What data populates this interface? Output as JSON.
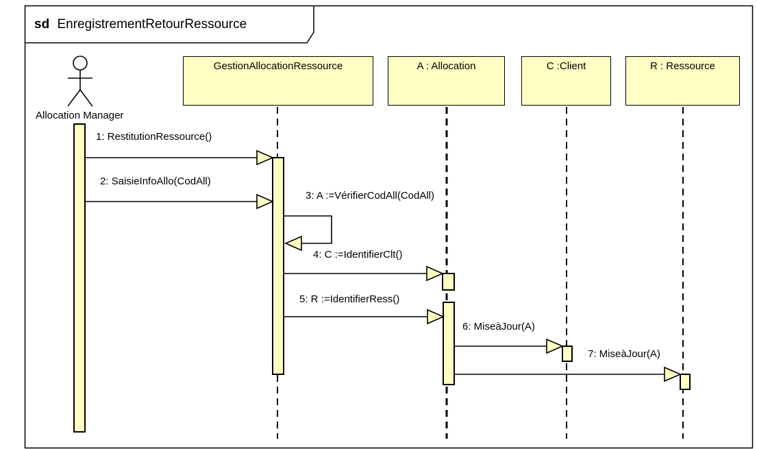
{
  "frame": {
    "keyword": "sd",
    "name": "EnregistrementRetourRessource"
  },
  "actor": {
    "label": "Allocation Manager"
  },
  "lifelines": [
    {
      "id": "gestion",
      "label": "GestionAllocationRessource"
    },
    {
      "id": "allocation",
      "label": "A : Allocation"
    },
    {
      "id": "client",
      "label": "C :Client"
    },
    {
      "id": "ressource",
      "label": "R : Ressource"
    }
  ],
  "messages": [
    {
      "seq": 1,
      "label": "1: RestitutionRessource()",
      "from": "actor",
      "to": "gestion"
    },
    {
      "seq": 2,
      "label": "2: SaisieInfoAllo(CodAll)",
      "from": "actor",
      "to": "gestion"
    },
    {
      "seq": 3,
      "label": "3: A :=VérifierCodAll(CodAll)",
      "from": "gestion",
      "to": "gestion"
    },
    {
      "seq": 4,
      "label": "4: C :=IdentifierClt()",
      "from": "gestion",
      "to": "allocation"
    },
    {
      "seq": 5,
      "label": "5: R :=IdentifierRess()",
      "from": "gestion",
      "to": "allocation"
    },
    {
      "seq": 6,
      "label": "6: MiseàJour(A)",
      "from": "allocation",
      "to": "client"
    },
    {
      "seq": 7,
      "label": "7: MiseàJour(A)",
      "from": "allocation",
      "to": "ressource"
    }
  ],
  "colors": {
    "activation_fill": "#ffffc3",
    "stroke": "#000000",
    "background": "#ffffff"
  }
}
